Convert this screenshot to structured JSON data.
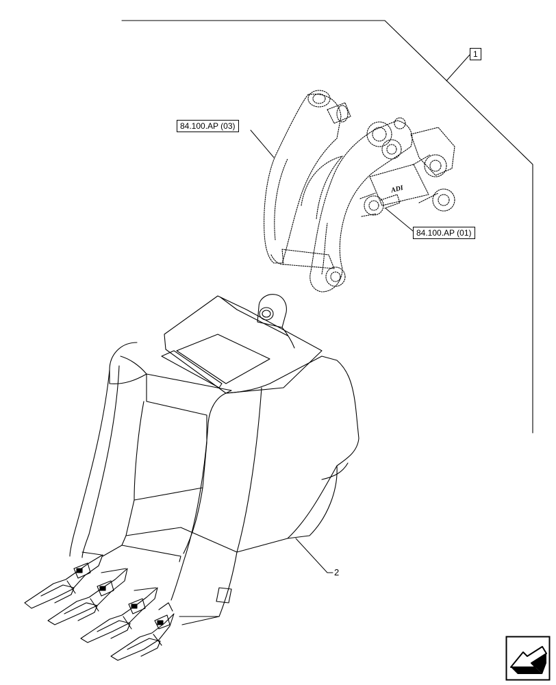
{
  "callouts": {
    "item_1": "1",
    "item_2": "2",
    "ref_03": "84.100.AP (03)",
    "ref_01": "84.100.AP (01)"
  },
  "coupler_marking": "ADI",
  "icons": {
    "navigation": "previous-page-arrow-icon"
  }
}
